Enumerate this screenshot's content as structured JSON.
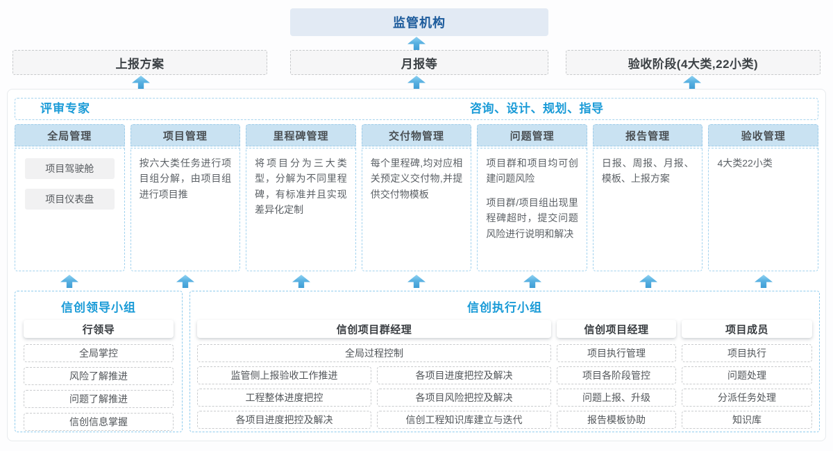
{
  "top": {
    "regulator": "监管机构",
    "outputs": [
      {
        "label": "上报方案"
      },
      {
        "label": "月报等"
      },
      {
        "label": "验收阶段(4大类,22小类)"
      }
    ]
  },
  "platform": {
    "left_title": "评审专家",
    "right_title": "咨询、设计、规划、指导",
    "columns": [
      {
        "title": "全局管理",
        "tags": [
          "项目驾驶舱",
          "项目仪表盘"
        ]
      },
      {
        "title": "项目管理",
        "paragraphs": [
          "按六大类任务进行项目组分解，由项目组进行项目推"
        ]
      },
      {
        "title": "里程碑管理",
        "paragraphs": [
          "将项目分为三大类型，分解为不同里程碑，有标准并且实现差异化定制"
        ]
      },
      {
        "title": "交付物管理",
        "paragraphs": [
          "每个里程碑,均对应相关预定义交付物,并提供交付物模板"
        ]
      },
      {
        "title": "问题管理",
        "paragraphs": [
          "项目群和项目均可创建问题风险",
          "项目群/项目组出现里程碑超时，提交问题风险进行说明和解决"
        ]
      },
      {
        "title": "报告管理",
        "paragraphs": [
          "日报、周报、月报、模板、上报方案"
        ]
      },
      {
        "title": "验收管理",
        "paragraphs": [
          "4大类22小类"
        ]
      }
    ]
  },
  "teams": {
    "leader_group": {
      "title": "信创领导小组",
      "role": "行领导",
      "items": [
        "全局掌控",
        "风险了解推进",
        "问题了解推进",
        "信创信息掌握"
      ]
    },
    "exec_group": {
      "title": "信创执行小组",
      "group_manager": {
        "role": "信创项目群经理",
        "full_item": "全局过程控制",
        "left_items": [
          "监管侧上报验收工作推进",
          "工程整体进度把控",
          "各项目进度把控及解决"
        ],
        "right_items": [
          "各项目进度把控及解决",
          "各项目风险把控及解决",
          "信创工程知识库建立与迭代"
        ]
      },
      "project_manager": {
        "role": "信创项目经理",
        "items": [
          "项目执行管理",
          "项目各阶段管控",
          "问题上报、升级",
          "报告模板协助"
        ]
      },
      "members": {
        "role": "项目成员",
        "items": [
          "项目执行",
          "问题处理",
          "分派任务处理",
          "知识库"
        ]
      }
    }
  },
  "colors": {
    "accent_blue": "#1a9bd7",
    "regulator_text": "#1b5a9b",
    "regulator_fill": "#e2eaf4",
    "column_header_fill": "#c9e2f2",
    "arrow_blue": "#58b0e2",
    "dashed_blue": "#a2d2ee",
    "dashed_gray": "#c9cbcd"
  }
}
